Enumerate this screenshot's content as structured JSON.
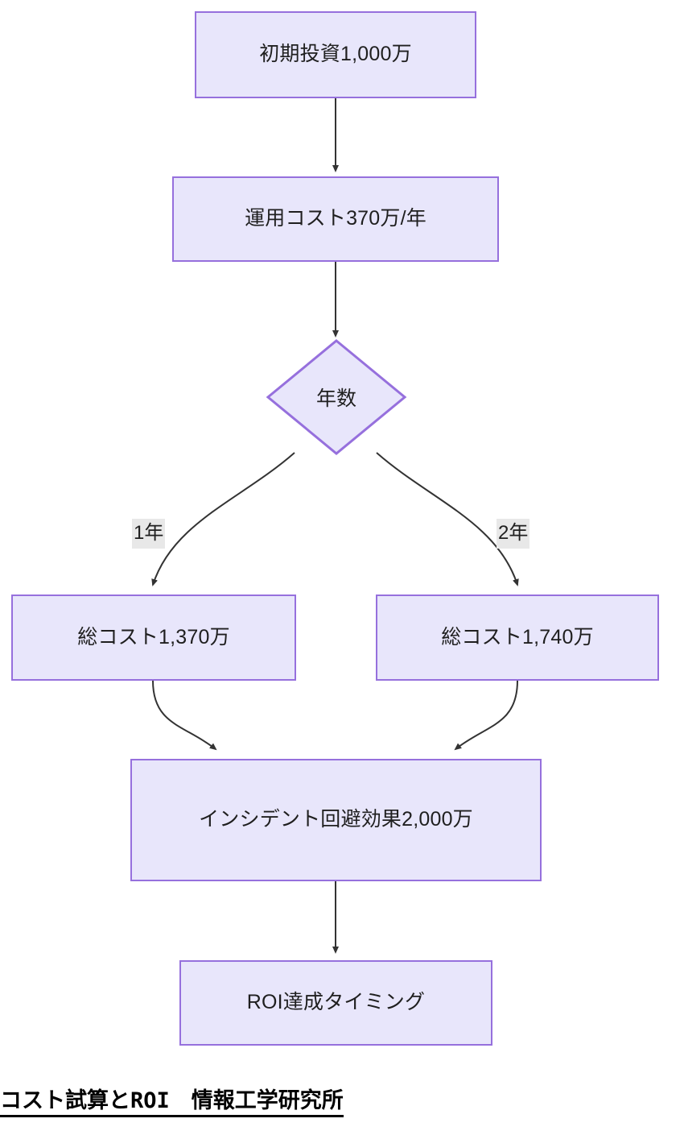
{
  "diagram": {
    "type": "flowchart",
    "orientation": "top-down",
    "theme": {
      "node_fill": "#e8e6fb",
      "node_border": "#9670dd",
      "edge_color": "#333333",
      "edge_label_bg": "#e8e8e8",
      "text_color": "#1f1f1f",
      "background": "#ffffff"
    },
    "nodes": [
      {
        "id": "initial-investment",
        "shape": "rectangle",
        "label": "初期投資1,000万"
      },
      {
        "id": "operating-cost",
        "shape": "rectangle",
        "label": "運用コスト370万/年"
      },
      {
        "id": "years-decision",
        "shape": "diamond",
        "label": "年数"
      },
      {
        "id": "total-cost-1y",
        "shape": "rectangle",
        "label": "総コスト1,370万"
      },
      {
        "id": "total-cost-2y",
        "shape": "rectangle",
        "label": "総コスト1,740万"
      },
      {
        "id": "incident-avoidance",
        "shape": "rectangle",
        "label": "インシデント回避効果2,000万"
      },
      {
        "id": "roi-timing",
        "shape": "rectangle",
        "label": "ROI達成タイミング"
      }
    ],
    "edges": [
      {
        "from": "initial-investment",
        "to": "operating-cost",
        "label": ""
      },
      {
        "from": "operating-cost",
        "to": "years-decision",
        "label": ""
      },
      {
        "from": "years-decision",
        "to": "total-cost-1y",
        "label": "1年"
      },
      {
        "from": "years-decision",
        "to": "total-cost-2y",
        "label": "2年"
      },
      {
        "from": "total-cost-1y",
        "to": "incident-avoidance",
        "label": ""
      },
      {
        "from": "total-cost-2y",
        "to": "incident-avoidance",
        "label": ""
      },
      {
        "from": "incident-avoidance",
        "to": "roi-timing",
        "label": ""
      }
    ],
    "edge_labels": {
      "branch_one_year": "1年",
      "branch_two_year": "2年"
    }
  },
  "caption": {
    "text": "コスト試算とROI　情報工学研究所"
  }
}
